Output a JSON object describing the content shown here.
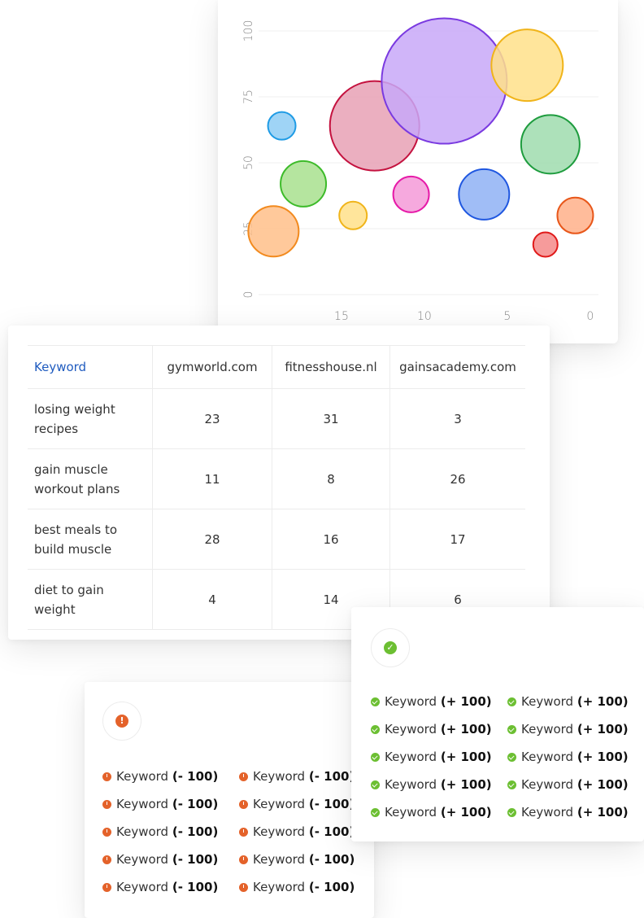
{
  "chart_data": {
    "type": "bubble",
    "x_ticks": [
      "15",
      "10",
      "5",
      "0"
    ],
    "y_ticks": [
      "0",
      "25",
      "50",
      "75",
      "100"
    ],
    "xlim": [
      20,
      -0.5
    ],
    "ylim": [
      0,
      100
    ],
    "grid": true,
    "points": [
      {
        "x": 18.6,
        "y": 64,
        "r": 17,
        "color": "#8ecdf5",
        "stroke": "#1e9be5"
      },
      {
        "x": 17.3,
        "y": 42,
        "r": 28,
        "color": "#a8e08e",
        "stroke": "#3dbb2a"
      },
      {
        "x": 19.1,
        "y": 24,
        "r": 31,
        "color": "#ffc08a",
        "stroke": "#f28a1e"
      },
      {
        "x": 14.3,
        "y": 30,
        "r": 17,
        "color": "#ffe08a",
        "stroke": "#f0b41a"
      },
      {
        "x": 13.0,
        "y": 64,
        "r": 55,
        "color": "#e8a1b5",
        "stroke": "#c4123f"
      },
      {
        "x": 10.8,
        "y": 38,
        "r": 22,
        "color": "#f59ad8",
        "stroke": "#e61aa8"
      },
      {
        "x": 8.8,
        "y": 81,
        "r": 77,
        "color": "#c8a8f8",
        "stroke": "#7a3ae0"
      },
      {
        "x": 6.4,
        "y": 38,
        "r": 31,
        "color": "#8fb2f5",
        "stroke": "#1f57e0"
      },
      {
        "x": 3.8,
        "y": 87,
        "r": 44,
        "color": "#ffe08a",
        "stroke": "#f0b41a"
      },
      {
        "x": 2.4,
        "y": 57,
        "r": 36,
        "color": "#9fdcae",
        "stroke": "#1e9c3e"
      },
      {
        "x": 0.9,
        "y": 30,
        "r": 22,
        "color": "#ffb08a",
        "stroke": "#e8571a"
      },
      {
        "x": 2.7,
        "y": 19,
        "r": 15,
        "color": "#f58a8a",
        "stroke": "#e01a1a"
      }
    ]
  },
  "table": {
    "headers": [
      "Keyword",
      "gymworld.com",
      "fitnesshouse.nl",
      "gainsacademy.com"
    ],
    "rows": [
      {
        "keyword_line1": "losing weight",
        "keyword_line2": "recipes",
        "v1": "23",
        "v2": "31",
        "v3": "3"
      },
      {
        "keyword_line1": "gain muscle",
        "keyword_line2": "workout plans",
        "v1": "11",
        "v2": "8",
        "v3": "26"
      },
      {
        "keyword_line1": "best meals to",
        "keyword_line2": "build muscle",
        "v1": "28",
        "v2": "16",
        "v3": "17"
      },
      {
        "keyword_line1": "diet to gain",
        "keyword_line2": "weight",
        "v1": "4",
        "v2": "14",
        "v3": "6"
      }
    ]
  },
  "negative_keywords": {
    "badge_icon": "exclamation-icon",
    "color": "#e4622a",
    "items": [
      {
        "label": "Keyword",
        "value": "(- 100)"
      },
      {
        "label": "Keyword",
        "value": "(- 100)"
      },
      {
        "label": "Keyword",
        "value": "(- 100)"
      },
      {
        "label": "Keyword",
        "value": "(- 100)"
      },
      {
        "label": "Keyword",
        "value": "(- 100)"
      },
      {
        "label": "Keyword",
        "value": "(- 100)"
      },
      {
        "label": "Keyword",
        "value": "(- 100)"
      },
      {
        "label": "Keyword",
        "value": "(- 100)"
      },
      {
        "label": "Keyword",
        "value": "(- 100)"
      },
      {
        "label": "Keyword",
        "value": "(- 100)"
      }
    ]
  },
  "positive_keywords": {
    "badge_icon": "checkmark-icon",
    "color": "#6cbf32",
    "items": [
      {
        "label": "Keyword",
        "value": "(+ 100)"
      },
      {
        "label": "Keyword",
        "value": "(+ 100)"
      },
      {
        "label": "Keyword",
        "value": "(+ 100)"
      },
      {
        "label": "Keyword",
        "value": "(+ 100)"
      },
      {
        "label": "Keyword",
        "value": "(+ 100)"
      },
      {
        "label": "Keyword",
        "value": "(+ 100)"
      },
      {
        "label": "Keyword",
        "value": "(+ 100)"
      },
      {
        "label": "Keyword",
        "value": "(+ 100)"
      },
      {
        "label": "Keyword",
        "value": "(+ 100)"
      },
      {
        "label": "Keyword",
        "value": "(+ 100)"
      }
    ]
  }
}
